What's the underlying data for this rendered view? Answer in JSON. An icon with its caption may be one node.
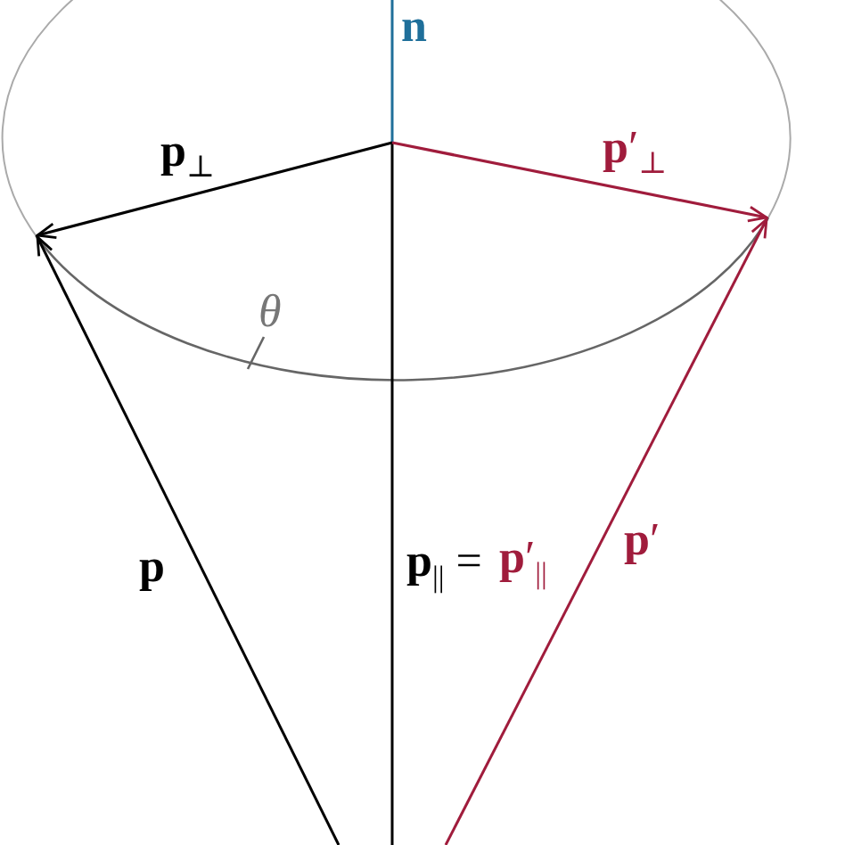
{
  "diagram": {
    "labels": [
      "**n**",
      "**p**$_{⊥}$",
      "**p**′$_{⊥}$",
      "θ",
      "**p**",
      "**p**$_{||}$ =",
      "**p**′$_{||}$",
      "**p**′"
    ]
  }
}
